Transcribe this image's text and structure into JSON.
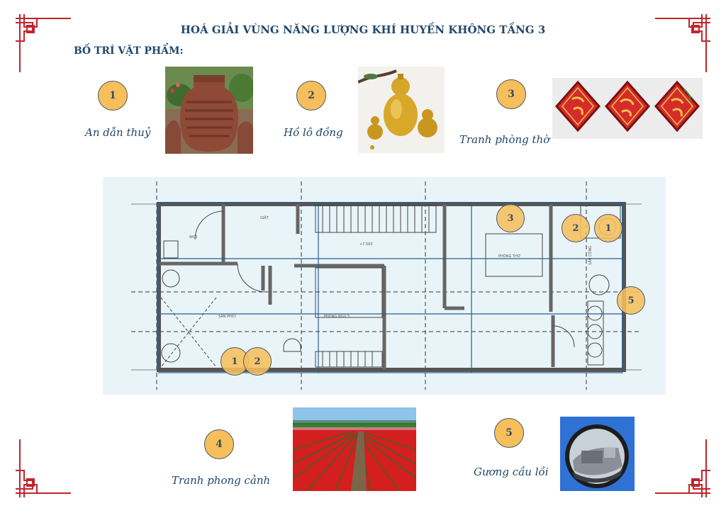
{
  "header": {
    "title": "HOÁ GIẢI VÙNG NĂNG LƯỢNG KHÍ HUYỀN KHÔNG TẦNG 3",
    "subtitle": "BỐ TRÍ VẬT PHẨM:"
  },
  "items": [
    {
      "number": "1",
      "label": "An dẫn thuỷ"
    },
    {
      "number": "2",
      "label": "Hồ lô đồng"
    },
    {
      "number": "3",
      "label": "Tranh phòng thờ"
    },
    {
      "number": "4",
      "label": "Tranh phong cảnh"
    },
    {
      "number": "5",
      "label": "Gương cầu lồi"
    }
  ],
  "floor_plan": {
    "room_labels": [
      "WC3",
      "GIẶT",
      "+7.500",
      "PHÒNG THỜ",
      "SÂN CÔNG",
      "SÂN PHƠI",
      "PHÒNG NGỦ 3"
    ],
    "markers": [
      "1",
      "2",
      "3",
      "2",
      "1",
      "5"
    ]
  },
  "colors": {
    "badge_fill": "#f6bf5c",
    "title_color": "#22476b",
    "frame_red": "#c0242b",
    "plan_background": "#e9f4f9",
    "grid_blue": "#2a5d8f"
  }
}
